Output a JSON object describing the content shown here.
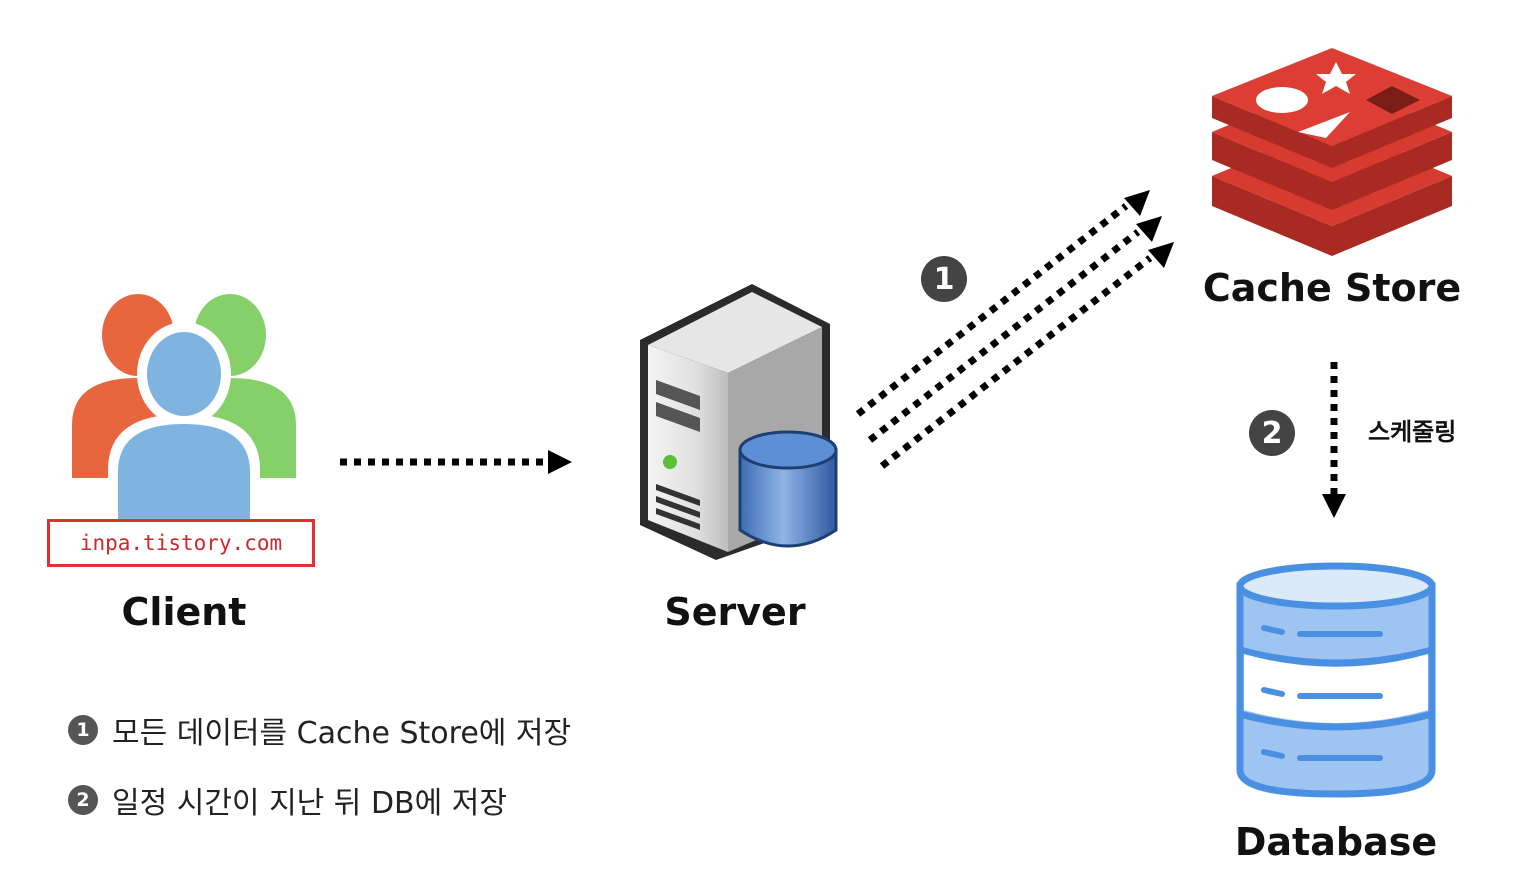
{
  "nodes": {
    "client": {
      "label": "Client"
    },
    "server": {
      "label": "Server"
    },
    "cache": {
      "label": "Cache Store"
    },
    "database": {
      "label": "Database"
    }
  },
  "watermark": "inpa.tistory.com",
  "steps": {
    "one": "1",
    "two": "2"
  },
  "scheduling_label": "스케줄링",
  "legend": [
    {
      "num": "1",
      "text": "모든 데이터를 Cache Store에 저장"
    },
    {
      "num": "2",
      "text": "일정 시간이 지난 뒤 DB에 저장"
    }
  ],
  "colors": {
    "client_orange": "#e8663d",
    "client_green": "#86d06a",
    "client_blue": "#7fb3e0",
    "redis_red": "#d73a2f",
    "db_blue": "#4a90e2",
    "arrow": "#000000"
  }
}
